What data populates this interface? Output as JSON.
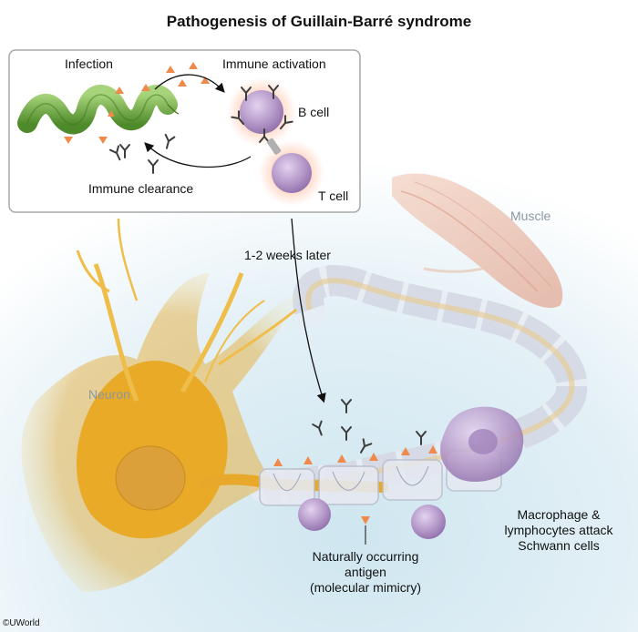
{
  "title": "Pathogenesis of Guillain-Barré syndrome",
  "inset": {
    "infection": "Infection",
    "immune_activation": "Immune activation",
    "b_cell": "B cell",
    "t_cell": "T cell",
    "immune_clearance": "Immune clearance"
  },
  "timeline_label": "1-2 weeks later",
  "muscle_label": "Muscle",
  "neuron_label": "Neuron",
  "macrophage_label": [
    "Macrophage &",
    "lymphocytes attack",
    "Schwann cells"
  ],
  "antigen_label": [
    "Naturally occurring",
    "antigen",
    "(molecular mimicry)"
  ],
  "copyright": "©UWorld",
  "colors": {
    "bacteria": "#6fae3e",
    "immune_cell": "#b79ac9",
    "antigen": "#f08a4b",
    "antibody": "#4a4a4a",
    "neuron": "#e6a92e",
    "myelin": "#dfe3ee",
    "muscle": "#e9b9a5",
    "background": "#d6eaf2"
  }
}
